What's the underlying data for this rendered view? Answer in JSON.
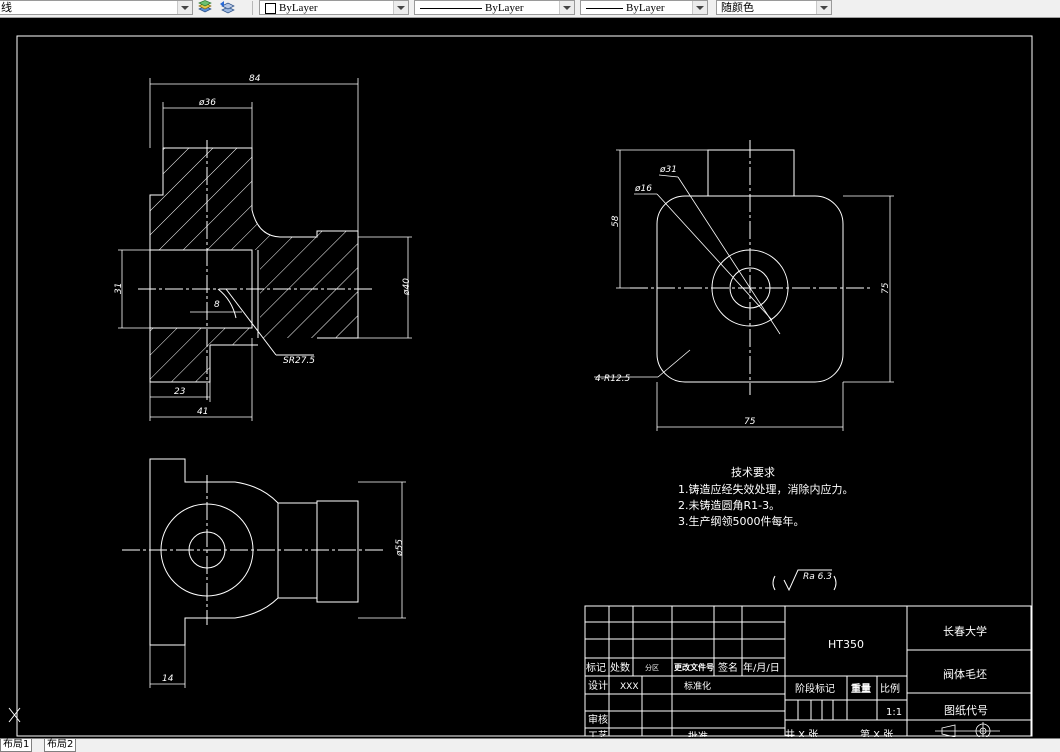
{
  "toolbar": {
    "linetype_partial": "线",
    "layer_color": "ByLayer",
    "linetype": "ByLayer",
    "lineweight": "ByLayer",
    "plot_color": "随颜色"
  },
  "drawing": {
    "dims": {
      "d84": "84",
      "d36": "ø36",
      "d31": "31",
      "d8": "8",
      "d23": "23",
      "d41": "41",
      "d40": "ø40",
      "sr": "SR27.5",
      "d58": "58",
      "d31b": "ø31",
      "d16": "ø16",
      "d75v": "75",
      "d75h": "75",
      "r125": "4-R12.5",
      "d55": "ø55",
      "d14": "14"
    },
    "notes": {
      "title": "技术要求",
      "line1": "1.铸造应经失效处理，消除内应力。",
      "line2": "2.未铸造圆角R1-3。",
      "line3": "3.生产纲领5000件每年。"
    },
    "roughness": "Ra 6.3"
  },
  "title_block": {
    "material": "HT350",
    "school": "长春大学",
    "part_name": "阀体毛坯",
    "drawing_no": "图纸代号",
    "mark": "标记",
    "place": "处数",
    "zone": "分区",
    "change_doc": "更改文件号",
    "sign": "签名",
    "date": "年/月/日",
    "design": "设计",
    "designer": "XXX",
    "standardize": "标准化",
    "stage_mark": "阶段标记",
    "weight": "重量",
    "scale_label": "比例",
    "scale": "1:1",
    "review": "审核",
    "process": "工艺",
    "approve": "批准",
    "total": "共 X 张",
    "sheet": "第 X 张"
  },
  "tabs": {
    "layout1": "布局1",
    "layout2": "布局2"
  }
}
